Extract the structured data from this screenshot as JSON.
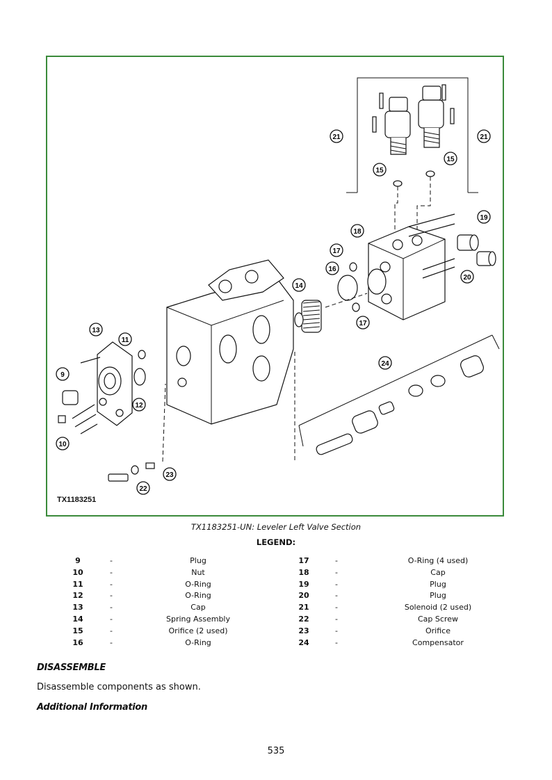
{
  "figure": {
    "id_label": "TX1183251",
    "callouts": [
      "9",
      "10",
      "11",
      "12",
      "13",
      "14",
      "15",
      "15",
      "16",
      "17",
      "17",
      "18",
      "19",
      "20",
      "21",
      "21",
      "22",
      "23",
      "24"
    ]
  },
  "caption": "TX1183251-UN: Leveler Left Valve Section",
  "legend_title": "LEGEND:",
  "legend_left": [
    {
      "num": "9",
      "dash": "-",
      "desc": "Plug"
    },
    {
      "num": "10",
      "dash": "-",
      "desc": "Nut"
    },
    {
      "num": "11",
      "dash": "-",
      "desc": "O-Ring"
    },
    {
      "num": "12",
      "dash": "-",
      "desc": "O-Ring"
    },
    {
      "num": "13",
      "dash": "-",
      "desc": "Cap"
    },
    {
      "num": "14",
      "dash": "-",
      "desc": "Spring Assembly"
    },
    {
      "num": "15",
      "dash": "-",
      "desc": "Orifice (2 used)"
    },
    {
      "num": "16",
      "dash": "-",
      "desc": "O-Ring"
    }
  ],
  "legend_right": [
    {
      "num": "17",
      "dash": "-",
      "desc": "O-Ring (4 used)"
    },
    {
      "num": "18",
      "dash": "-",
      "desc": "Cap"
    },
    {
      "num": "19",
      "dash": "-",
      "desc": "Plug"
    },
    {
      "num": "20",
      "dash": "-",
      "desc": "Plug"
    },
    {
      "num": "21",
      "dash": "-",
      "desc": "Solenoid (2 used)"
    },
    {
      "num": "22",
      "dash": "-",
      "desc": "Cap Screw"
    },
    {
      "num": "23",
      "dash": "-",
      "desc": "Orifice"
    },
    {
      "num": "24",
      "dash": "-",
      "desc": "Compensator"
    }
  ],
  "section_heading": "DISASSEMBLE",
  "section_text": "Disassemble components as shown.",
  "additional_heading": "Additional Information",
  "page_number": "535",
  "colors": {
    "frame": "#3a8a3a"
  }
}
